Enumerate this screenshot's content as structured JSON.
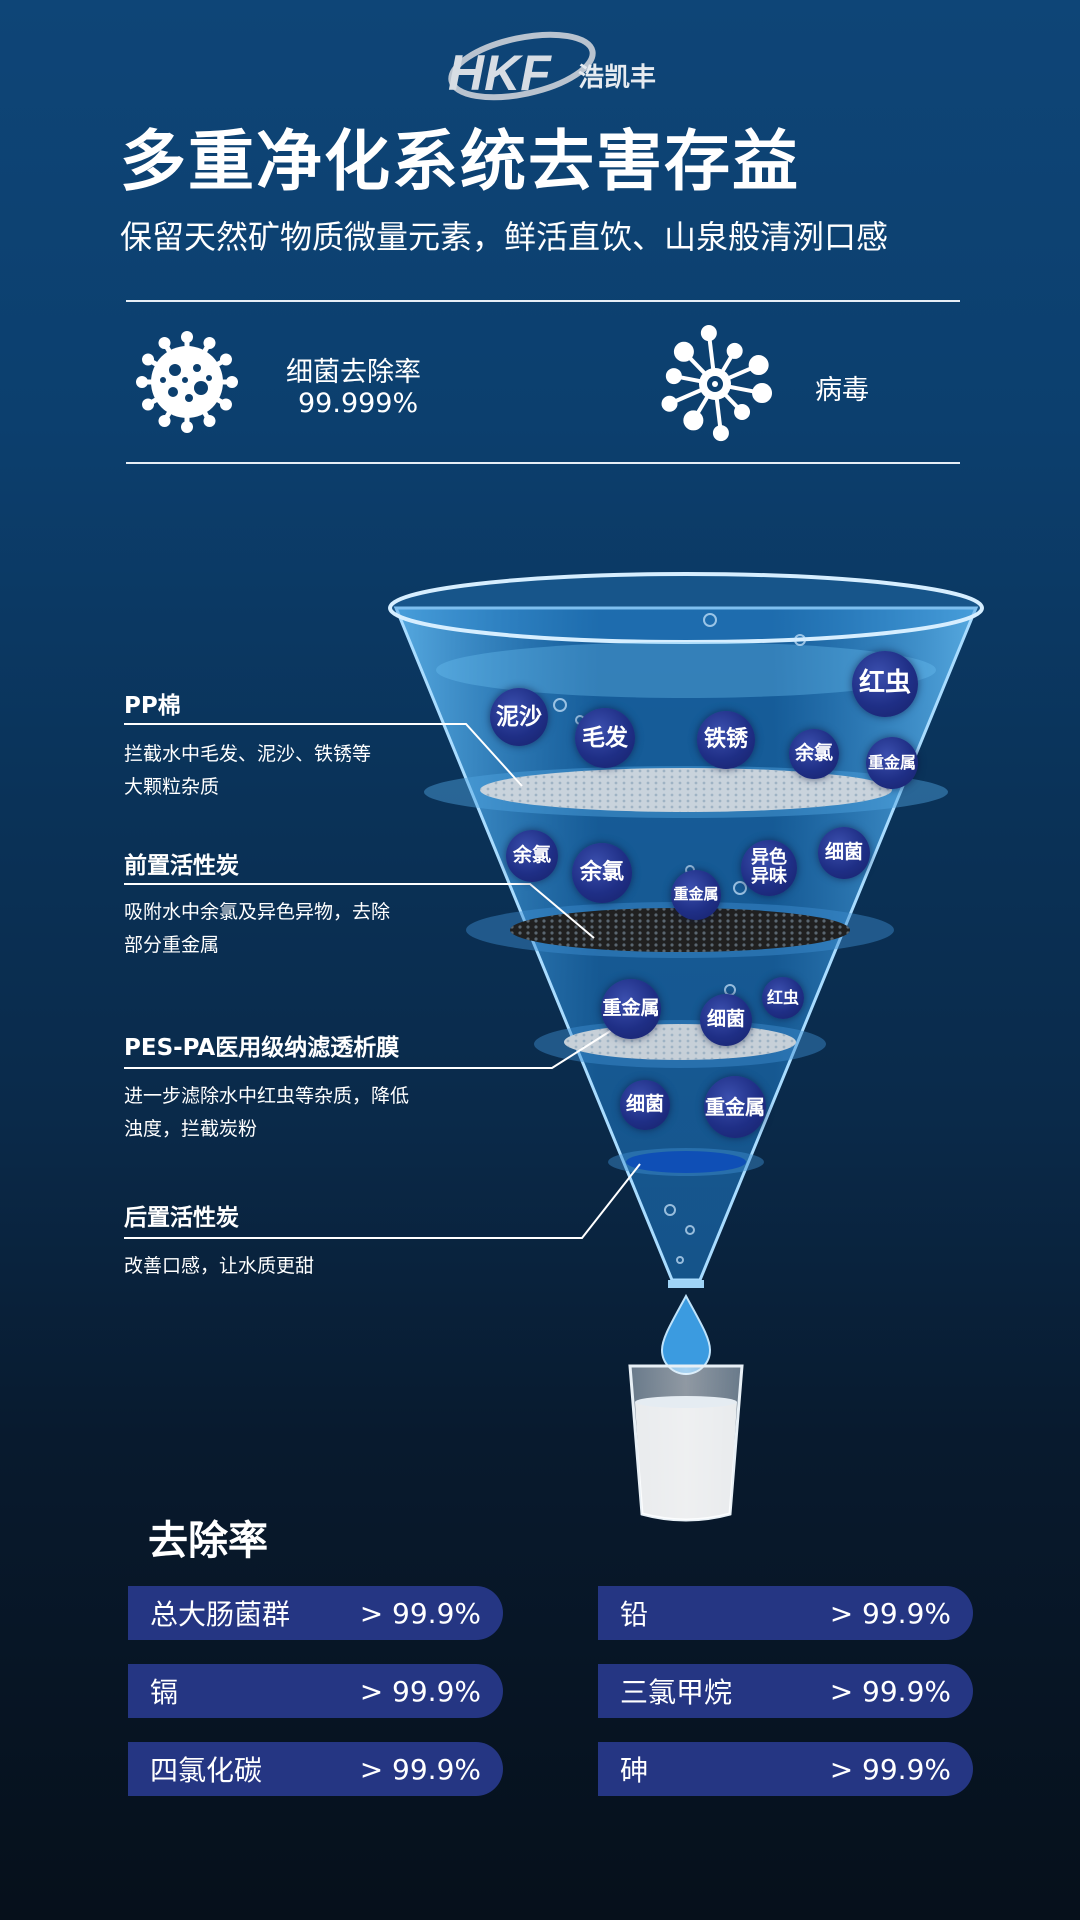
{
  "brand": {
    "logo_text": "HKF",
    "name_cn": "浩凯丰"
  },
  "header": {
    "title": "多重净化系统去害存益",
    "subtitle": "保留天然矿物质微量元素，鲜活直饮、山泉般清洌口感"
  },
  "stats": {
    "bacteria_label": "细菌去除率",
    "bacteria_value": "99.999%",
    "virus_label": "病毒",
    "bacteria_icon": "bacteria-icon",
    "virus_icon": "virus-icon"
  },
  "stages": [
    {
      "title": "PP棉",
      "desc": [
        "拦截水中毛发、泥沙、铁锈等",
        "大颗粒杂质"
      ]
    },
    {
      "title": "前置活性炭",
      "desc": [
        "吸附水中余氯及异色异物，去除",
        "部分重金属"
      ]
    },
    {
      "title": "PES-PA医用级纳滤透析膜",
      "desc": [
        "进一步滤除水中红虫等杂质，降低",
        "浊度，拦截炭粉"
      ]
    },
    {
      "title": "后置活性炭",
      "desc": [
        "改善口感，让水质更甜"
      ]
    }
  ],
  "particles": [
    "红虫",
    "泥沙",
    "毛发",
    "铁锈",
    "余氯",
    "重金属",
    "余氯",
    "余氯",
    "重金属",
    "异色\n异味",
    "细菌",
    "重金属",
    "细菌",
    "红虫",
    "细菌",
    "重金属"
  ],
  "removal": {
    "title": "去除率",
    "items": [
      {
        "name": "总大肠菌群",
        "value": "> 99.9%"
      },
      {
        "name": "铅",
        "value": "> 99.9%"
      },
      {
        "name": "镉",
        "value": "> 99.9%"
      },
      {
        "name": "三氯甲烷",
        "value": "> 99.9%"
      },
      {
        "name": "四氯化碳",
        "value": "> 99.9%"
      },
      {
        "name": "砷",
        "value": "> 99.9%"
      }
    ]
  },
  "colors": {
    "pill": "#253683",
    "particle": "#1f2f86",
    "background_top": "#0e4577",
    "background_bottom": "#06101b"
  }
}
